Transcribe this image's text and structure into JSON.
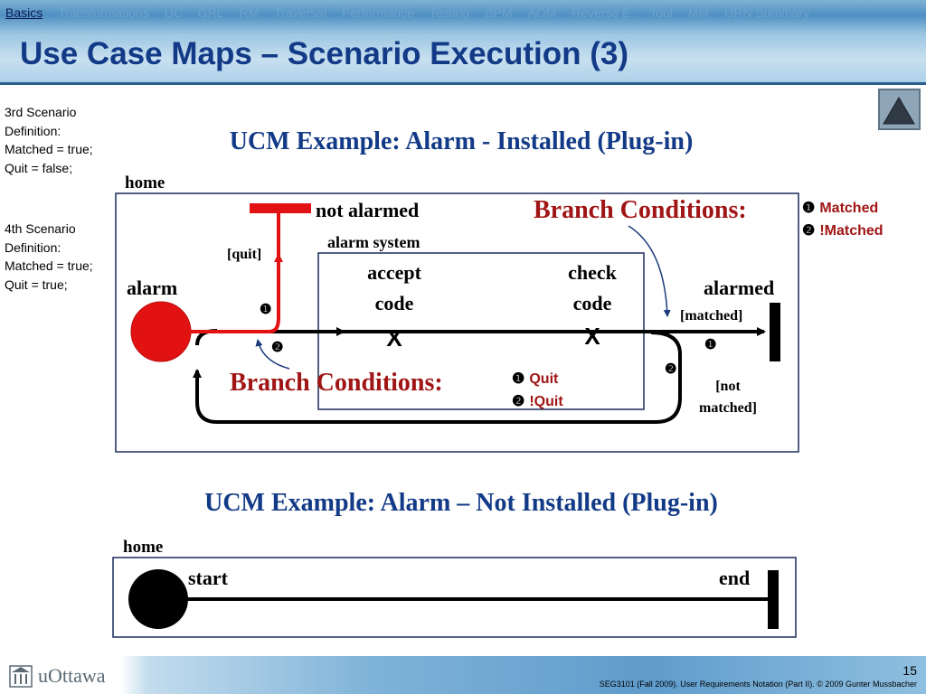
{
  "nav": {
    "items": [
      {
        "label": "Basics",
        "active": true
      },
      {
        "label": "Transformations",
        "active": false
      },
      {
        "label": "UC",
        "active": false
      },
      {
        "label": "GRL",
        "active": false
      },
      {
        "label": "RM",
        "active": false
      },
      {
        "label": "Traversal",
        "active": false
      },
      {
        "label": "Performance",
        "active": false
      },
      {
        "label": "Testing",
        "active": false
      },
      {
        "label": "BPM",
        "active": false
      },
      {
        "label": "AOM",
        "active": false
      },
      {
        "label": "Reverse E.",
        "active": false
      },
      {
        "label": "Tool",
        "active": false
      },
      {
        "label": "MM",
        "active": false
      },
      {
        "label": "URN Summary",
        "active": false
      }
    ]
  },
  "title": "Use Case Maps – Scenario Execution (3)",
  "scenarios": [
    {
      "lines": [
        "3rd Scenario",
        "Definition:",
        "Matched = true;",
        "Quit = false;"
      ]
    },
    {
      "lines": [
        "4th Scenario",
        "Definition:",
        "Matched = true;",
        "Quit = true;"
      ]
    }
  ],
  "diagram1": {
    "heading": "UCM Example: Alarm - Installed (Plug-in)",
    "container_label": "home",
    "start_label": "alarm",
    "end_not_alarmed": "not alarmed",
    "end_alarmed": "alarmed",
    "component_label": "alarm system",
    "responsibility_1": [
      "accept",
      "code"
    ],
    "responsibility_2": [
      "check",
      "code"
    ],
    "responsibility_marker": "X",
    "guard_quit": "[quit]",
    "guard_matched": "[matched]",
    "guard_not_matched": [
      "[not",
      "matched]"
    ],
    "branch_title": "Branch Conditions:",
    "marker_1": "❶",
    "marker_2": "❷",
    "conditions_top": [
      {
        "marker": "❶",
        "text": "Matched"
      },
      {
        "marker": "❷",
        "text": "!Matched"
      }
    ],
    "conditions_bottom": [
      {
        "marker": "❶",
        "text": "Quit"
      },
      {
        "marker": "❷",
        "text": "!Quit"
      }
    ],
    "colors": {
      "active_path": "#e31212",
      "branch_text": "#a01515",
      "heading": "#123a86"
    }
  },
  "diagram2": {
    "heading": "UCM Example: Alarm – Not Installed (Plug-in)",
    "container_label": "home",
    "start_label": "start",
    "end_label": "end"
  },
  "footer": {
    "logo_text": "uOttawa",
    "page_number": "15",
    "text": "SEG3101 (Fall 2009).   User Requirements Notation (Part II).   © 2009 Gunter Mussbacher"
  }
}
